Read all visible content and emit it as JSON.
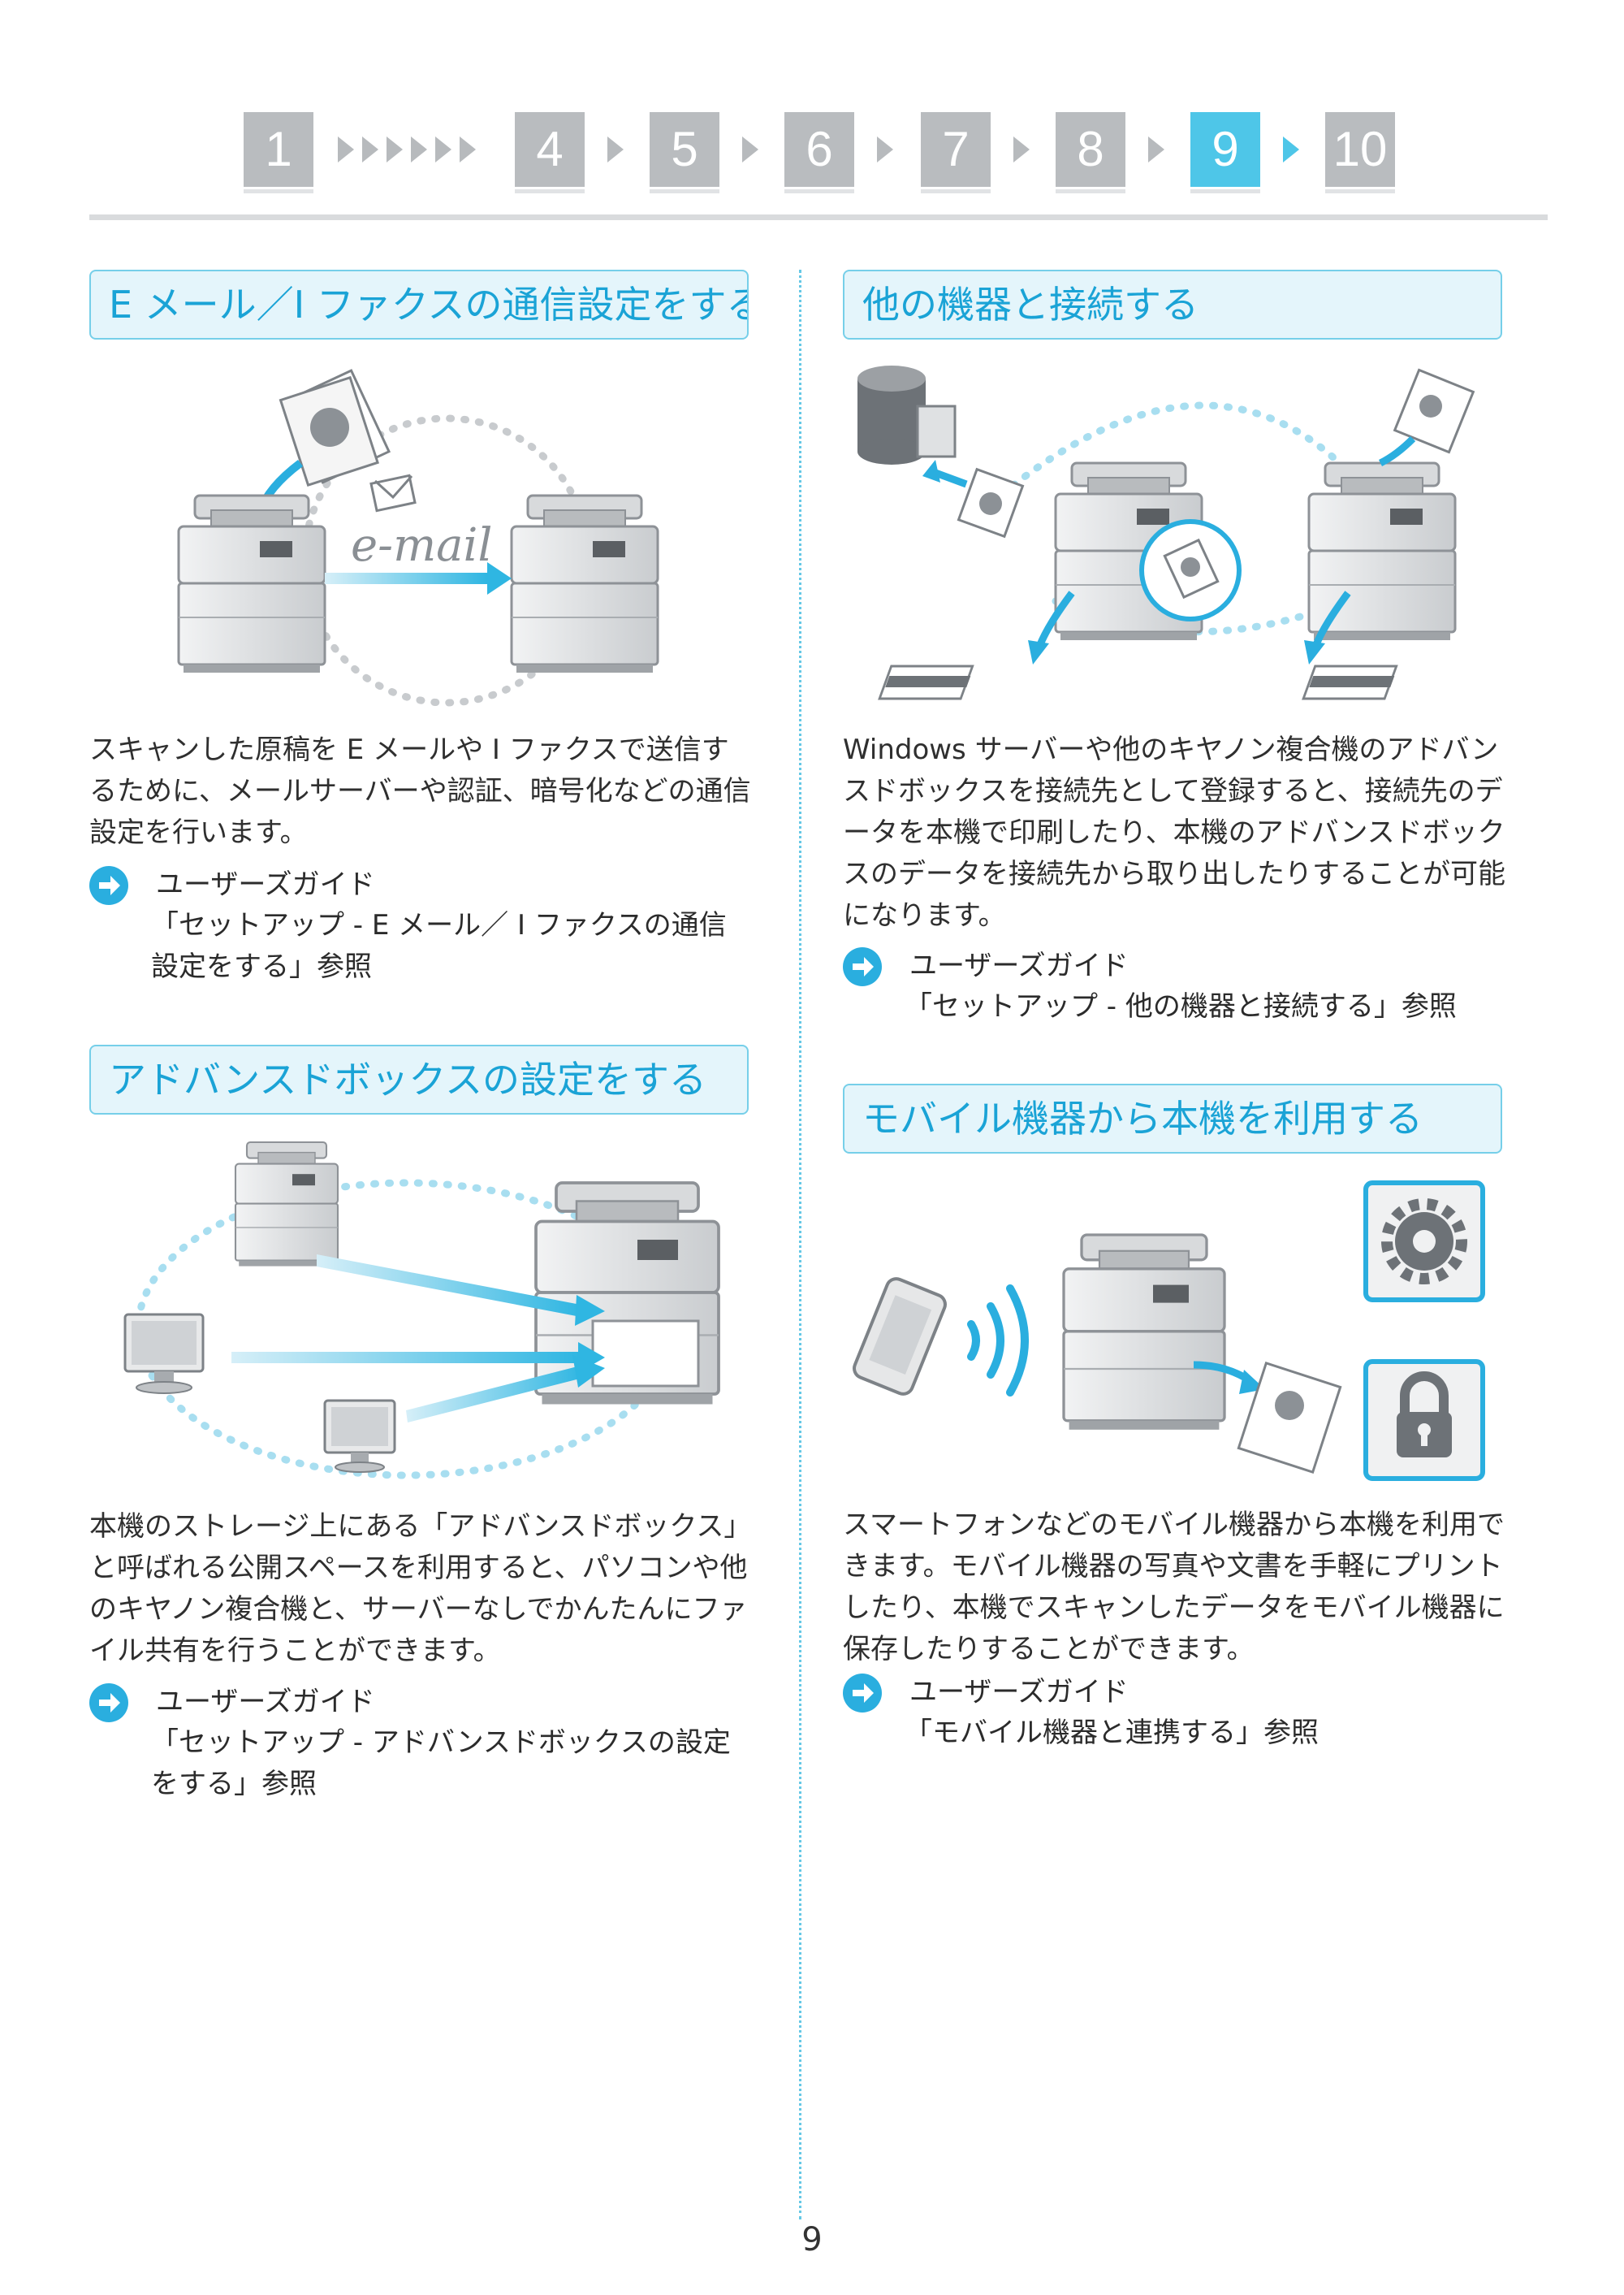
{
  "nav": {
    "steps": [
      "1",
      "4",
      "5",
      "6",
      "7",
      "8",
      "9",
      "10"
    ],
    "active": "9"
  },
  "sections": {
    "email": {
      "title": "E メール／I ファクスの通信設定をする",
      "logo_text": "e-mail",
      "body": "スキャンした原稿を E メールや I ファクスで送信するために、メールサーバーや認証、暗号化などの通信設定を行います。",
      "guide_title": "ユーザーズガイド",
      "guide_ref": "「セットアップ - E メール／ I ファクスの通信設定をする」参照"
    },
    "advbox": {
      "title": "アドバンスドボックスの設定をする",
      "body": "本機のストレージ上にある「アドバンスドボックス」と呼ばれる公開スペースを利用すると、パソコンや他のキヤノン複合機と、サーバーなしでかんたんにファイル共有を行うことができます。",
      "guide_title": "ユーザーズガイド",
      "guide_ref": "「セットアップ - アドバンスドボックスの設定をする」参照"
    },
    "connect": {
      "title": "他の機器と接続する",
      "body": "Windows サーバーや他のキヤノン複合機のアドバンスドボックスを接続先として登録すると、接続先のデータを本機で印刷したり、本機のアドバンスドボックスのデータを接続先から取り出したりすることが可能になります。",
      "guide_title": "ユーザーズガイド",
      "guide_ref": "「セットアップ - 他の機器と接続する」参照"
    },
    "mobile": {
      "title": "モバイル機器から本機を利用する",
      "body": "スマートフォンなどのモバイル機器から本機を利用できます。モバイル機器の写真や文書を手軽にプリントしたり、本機でスキャンしたデータをモバイル機器に保存したりすることができます。",
      "guide_title": "ユーザーズガイド",
      "guide_ref": "「モバイル機器と連携する」参照"
    }
  },
  "page_number": "9",
  "colors": {
    "accent": "#1aa3d6",
    "nav_active": "#4ec6e8",
    "nav_inactive": "#b9bcbf",
    "heading_bg": "#e4f5fb"
  }
}
